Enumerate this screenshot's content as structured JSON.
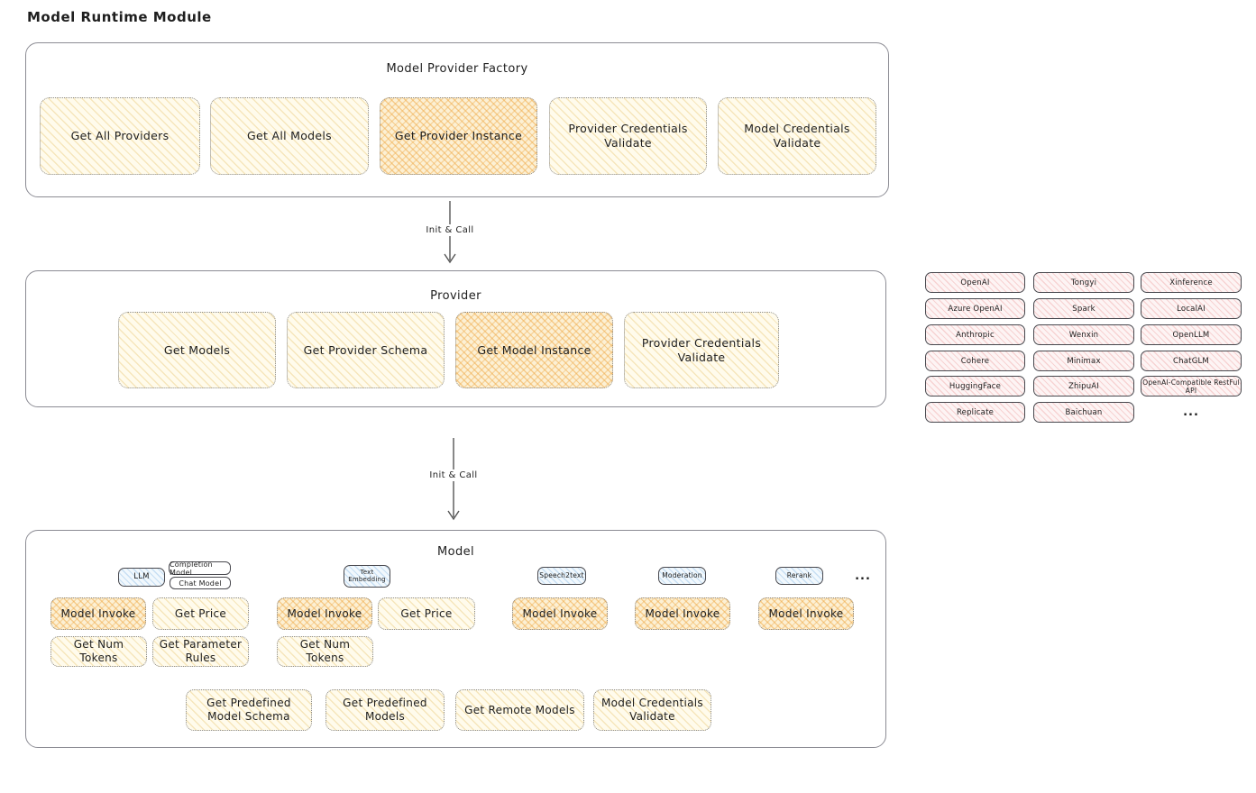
{
  "title": "Model Runtime Module",
  "arrows": {
    "init_call": "Init & Call"
  },
  "factory": {
    "label": "Model Provider Factory",
    "actions": [
      {
        "label": "Get All Providers",
        "highlighted": false
      },
      {
        "label": "Get All Models",
        "highlighted": false
      },
      {
        "label": "Get Provider Instance",
        "highlighted": true
      },
      {
        "label": "Provider Credentials Validate",
        "highlighted": false
      },
      {
        "label": "Model Credentials Validate",
        "highlighted": false
      }
    ]
  },
  "provider": {
    "label": "Provider",
    "actions": [
      {
        "label": "Get Models",
        "highlighted": false
      },
      {
        "label": "Get Provider Schema",
        "highlighted": false
      },
      {
        "label": "Get Model Instance",
        "highlighted": true
      },
      {
        "label": "Provider Credentials Validate",
        "highlighted": false
      }
    ]
  },
  "providers_list": {
    "items": [
      "OpenAI",
      "Tongyi",
      "Xinference",
      "Azure OpenAI",
      "Spark",
      "LocalAI",
      "Anthropic",
      "Wenxin",
      "OpenLLM",
      "Cohere",
      "Minimax",
      "ChatGLM",
      "HuggingFace",
      "ZhipuAI",
      "OpenAI-Compatible RestFul API",
      "Replicate",
      "Baichuan"
    ],
    "more": "..."
  },
  "model": {
    "label": "Model",
    "types": {
      "llm": "LLM",
      "completion_model": "Completion Model",
      "chat_model": "Chat Model",
      "text_embedding": "Text Embedding",
      "speech2text": "Speech2text",
      "moderation": "Moderation",
      "rerank": "Rerank",
      "more": "..."
    },
    "actions": {
      "model_invoke": "Model Invoke",
      "get_price": "Get Price",
      "get_num_tokens": "Get Num Tokens",
      "get_parameter_rules": "Get Parameter Rules",
      "get_predefined_model_schema": "Get Predefined Model Schema",
      "get_predefined_models": "Get Predefined Models",
      "get_remote_models": "Get Remote Models",
      "model_credentials_validate": "Model Credentials Validate"
    }
  },
  "colors": {
    "yellow_fill": "#fffbec",
    "yellow_hatch": "#e8c470",
    "yellow_highlight_hatch": "#f0ad4e",
    "pink_fill": "#fdf4f4",
    "pink_hatch": "#ea8c8c",
    "blue_fill": "#f1f8fd",
    "blue_hatch": "#78afe1",
    "container_border": "#8c8c94",
    "node_border": "#8a8a8a",
    "chip_border": "#48484e",
    "text": "#1e1e1e"
  }
}
